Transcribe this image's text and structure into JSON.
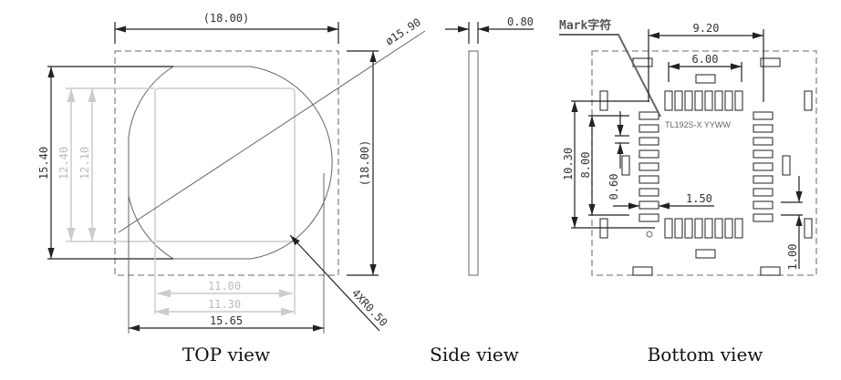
{
  "top_view": {
    "caption": "TOP view",
    "width_dim": "(18.00)",
    "height_dim": "(18.00)",
    "diameter_dim": "ø15.90",
    "outer_height": "15.40",
    "inner_height_a": "12.40",
    "inner_height_b": "12.10",
    "inner_width_a": "11.00",
    "inner_width_b": "11.30",
    "outer_width": "15.65",
    "radius_note": "4XR0.50"
  },
  "side_view": {
    "caption": "Side view",
    "thickness_dim": "0.80"
  },
  "bottom_view": {
    "caption": "Bottom view",
    "mark_label": "Mark字符",
    "marking_text": "TL192S-X YYWW",
    "dim_9_20": "9.20",
    "dim_6_00": "6.00",
    "dim_10_30": "10.30",
    "dim_8_00": "8.00",
    "dim_0_60": "0.60",
    "dim_1_50": "1.50",
    "dim_1_00": "1.00"
  }
}
